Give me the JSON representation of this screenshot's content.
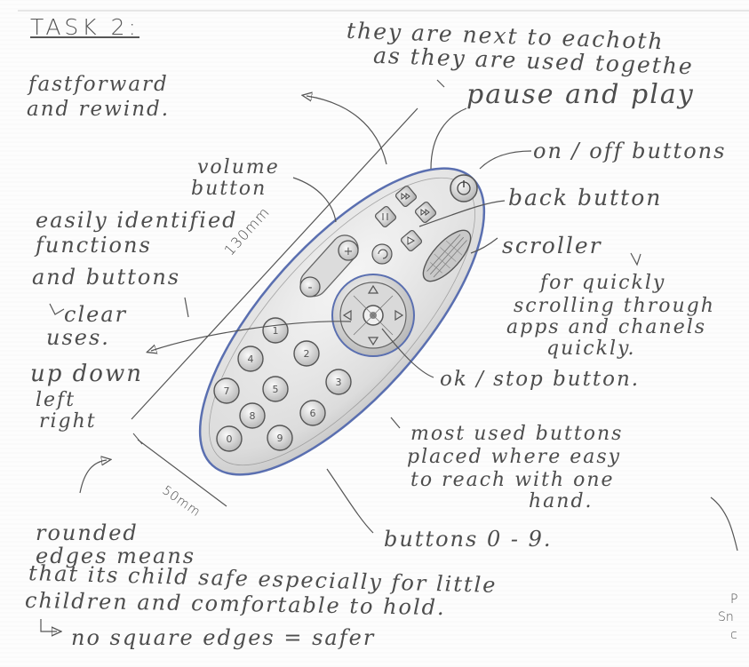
{
  "title": "TASK 2:",
  "annotations": {
    "next_to_each_1": "they are next to eachoth",
    "next_to_each_2": "as they are used togethe",
    "pause_play": "pause and play",
    "fastforward_1": "fastforward",
    "fastforward_2": "and rewind.",
    "on_off": "on / off buttons",
    "volume_1": "volume",
    "volume_2": "button",
    "back": "back button",
    "easily_1": "easily identified",
    "easily_2": "functions",
    "easily_3": "and buttons",
    "clear_1": "clear",
    "clear_2": "uses.",
    "scroller": "scroller",
    "quickly_1": "for quickly",
    "quickly_2": "scrolling through",
    "quickly_3": "apps and chanels",
    "quickly_4": "quickly.",
    "dir_1": "up down",
    "dir_2": "left",
    "dir_3": "right",
    "ok_stop": "ok / stop button.",
    "most_used_1": "most used buttons",
    "most_used_2": "placed where easy",
    "most_used_3": "to reach with one",
    "most_used_4": "hand.",
    "rounded_1": "rounded",
    "rounded_2": "edges means",
    "child_1": "that its child safe especially for little",
    "child_2": "children and comfortable to hold.",
    "buttons_09": "buttons 0 - 9.",
    "no_square": "no square edges = safer",
    "margin_p": "P",
    "margin_sn": "Sn",
    "margin_c": "c"
  },
  "dimensions": {
    "length": "130mm",
    "width": "50mm"
  },
  "remote": {
    "number_buttons": [
      "1",
      "4",
      "2",
      "7",
      "5",
      "3",
      "0",
      "8",
      "6",
      "9"
    ],
    "volume_plus": "+",
    "volume_minus": "-"
  },
  "colors": {
    "ink": "#4d4d4d",
    "remote_outline": "#5a6fb0",
    "remote_fill": "#e6e6e6",
    "shading": "#9a9a9a"
  }
}
